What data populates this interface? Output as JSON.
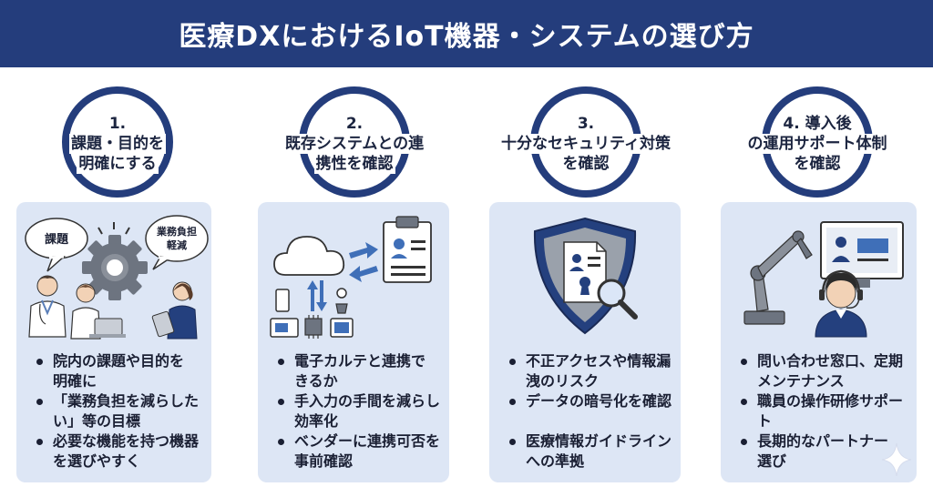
{
  "title": "医療DXにおけるIoT機器・システムの選び方",
  "steps": [
    {
      "heading": [
        "1.",
        "課題・目的を",
        "明確にする"
      ],
      "bubbles": [
        "課題",
        "業務負担",
        "軽減"
      ],
      "bullets": [
        [
          "院内の課題や目的を",
          "明確に"
        ],
        [
          "「業務負担を減らした",
          "い」等の目標"
        ],
        [
          "必要な機能を持つ機器",
          "を選びやすく"
        ]
      ]
    },
    {
      "heading": [
        "2.",
        "既存システムとの連",
        "携性を確認"
      ],
      "bullets": [
        [
          "電子カルテと連携で",
          "きるか"
        ],
        [
          "手入力の手間を減らし",
          "効率化"
        ],
        [
          "ベンダーに連携可否を",
          "事前確認"
        ]
      ]
    },
    {
      "heading": [
        "3.",
        "十分なセキュリティ対策",
        "を確認"
      ],
      "bullets": [
        [
          "不正アクセスや情報漏",
          "洩のリスク"
        ],
        [
          "データの暗号化を確認"
        ],
        [
          "医療情報ガイドライン",
          "への準拠"
        ]
      ]
    },
    {
      "heading": [
        "4. 導入後",
        "の運用サポート体制",
        "を確認"
      ],
      "bullets": [
        [
          "問い合わせ窓口、定期",
          "メンテナンス"
        ],
        [
          "職員の操作研修サポー",
          "ト"
        ],
        [
          "長期的なパートナー",
          "選び"
        ]
      ]
    }
  ],
  "icons": [
    "gear-icon",
    "cloud-icon",
    "clipboard-icon",
    "shield-icon",
    "robot-arm-icon",
    "headset-icon",
    "sparkle-icon"
  ],
  "colors": {
    "navy": "#243d7c",
    "card": "#dde6f5",
    "text": "#1a1f33"
  }
}
